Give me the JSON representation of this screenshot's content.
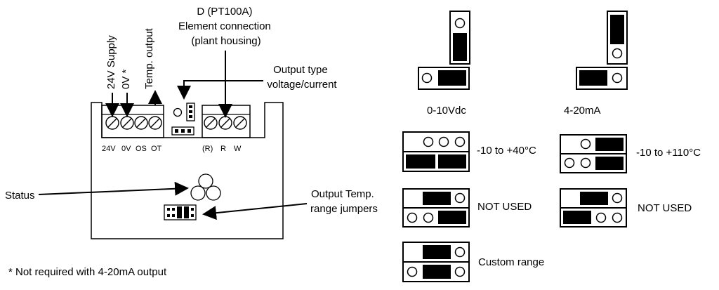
{
  "labels": {
    "top_label": [
      "D (PT100A)",
      "Element connection",
      "(plant housing)"
    ],
    "output_type": [
      "Output type",
      "voltage/current"
    ],
    "supply_24v": "24V Supply",
    "supply_0v": "0V *",
    "temp_output": "Temp. output",
    "status": "Status",
    "range_jumpers": [
      "Output Temp.",
      "range jumpers"
    ],
    "footnote": "* Not required with 4-20mA output"
  },
  "terminals_left": [
    "24V",
    "0V",
    "OS",
    "OT"
  ],
  "terminals_right": [
    "(R)",
    "R",
    "W"
  ],
  "jumper_settings": {
    "output_voltage": "0-10Vdc",
    "output_current": "4-20mA",
    "range_1": "-10 to +40°C",
    "range_2": "-10 to +110°C",
    "not_used_1": "NOT USED",
    "not_used_2": "NOT USED",
    "custom": "Custom range"
  }
}
